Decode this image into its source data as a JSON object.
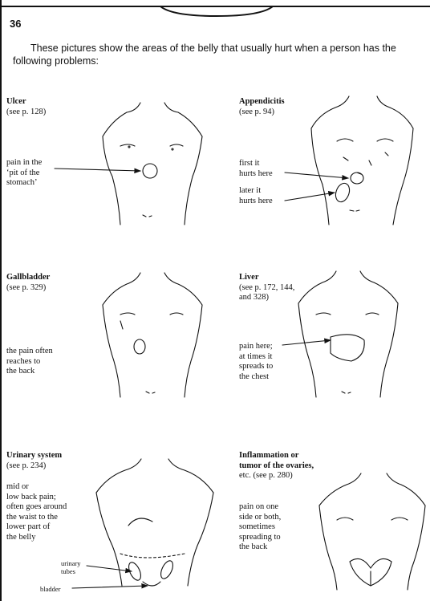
{
  "page_number": "36",
  "intro": "These pictures show the areas of the belly that usually hurt when a person has the following problems:",
  "panels": {
    "ulcer": {
      "title": "Ulcer",
      "ref": "(see p. 128)",
      "desc": [
        "pain in the",
        "‘pit of the",
        "stomach’"
      ]
    },
    "appendicitis": {
      "title": "Appendicitis",
      "ref": "(see p. 94)",
      "desc1": [
        "first it",
        "hurts here"
      ],
      "desc2": [
        "later it",
        "hurts here"
      ]
    },
    "gallbladder": {
      "title": "Gallbladder",
      "ref": "(see p. 329)",
      "desc": [
        "the pain often",
        "reaches to",
        "the back"
      ]
    },
    "liver": {
      "title": "Liver",
      "ref": [
        "(see p. 172, 144,",
        "and 328)"
      ],
      "desc": [
        "pain here;",
        "at times it",
        "spreads to",
        "the chest"
      ]
    },
    "urinary": {
      "title": "Urinary system",
      "ref": "(see p. 234)",
      "desc": [
        "mid or",
        "low back pain;",
        "often goes around",
        "the waist to the",
        "lower part of",
        "the belly"
      ],
      "tubes": [
        "urinary",
        "tubes"
      ],
      "bladder": "bladder"
    },
    "ovaries": {
      "title": [
        "Inflammation or",
        "tumor of the ovaries,"
      ],
      "ref": "etc. (see p. 280)",
      "desc": [
        "pain on one",
        "side or both,",
        "sometimes",
        "spreading to",
        "the back"
      ]
    }
  }
}
